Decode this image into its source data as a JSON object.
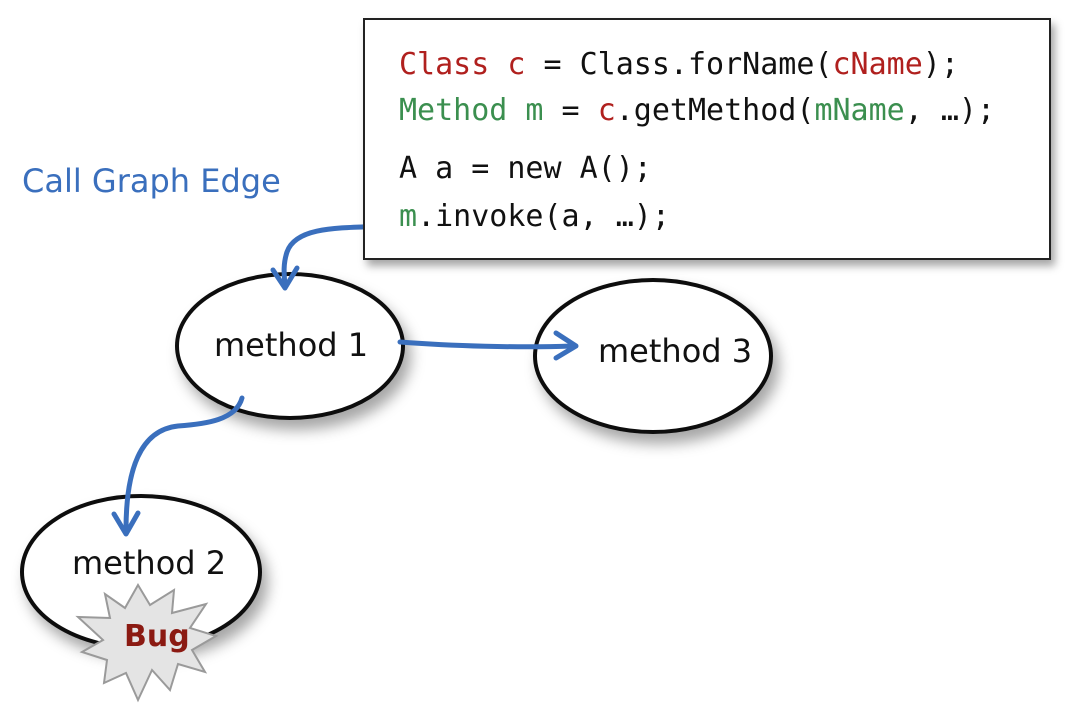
{
  "colors": {
    "red_token": "#b0201e",
    "green_token": "#3b8f4f",
    "edge": "#3a6fbd",
    "edge_label": "#3a6fbd",
    "bug_text": "#8b1a12",
    "bug_fill": "#e6e6e6"
  },
  "code": {
    "line1": {
      "t1": "Class c",
      "t2": " = Class.forName(",
      "t3": "cName",
      "t4": ");"
    },
    "line2": {
      "t1": "Method m",
      "t2": " = ",
      "t3": "c",
      "t4": ".getMethod(",
      "t5": "mName",
      "t6": ", …);"
    },
    "line3": {
      "t1": "A a = new A();"
    },
    "line4": {
      "t1": "m",
      "t2": ".invoke(a, …);"
    }
  },
  "labels": {
    "edge_label": "Call Graph Edge",
    "method1": "method 1",
    "method2": "method 2",
    "method3": "method 3",
    "bug": "Bug"
  }
}
